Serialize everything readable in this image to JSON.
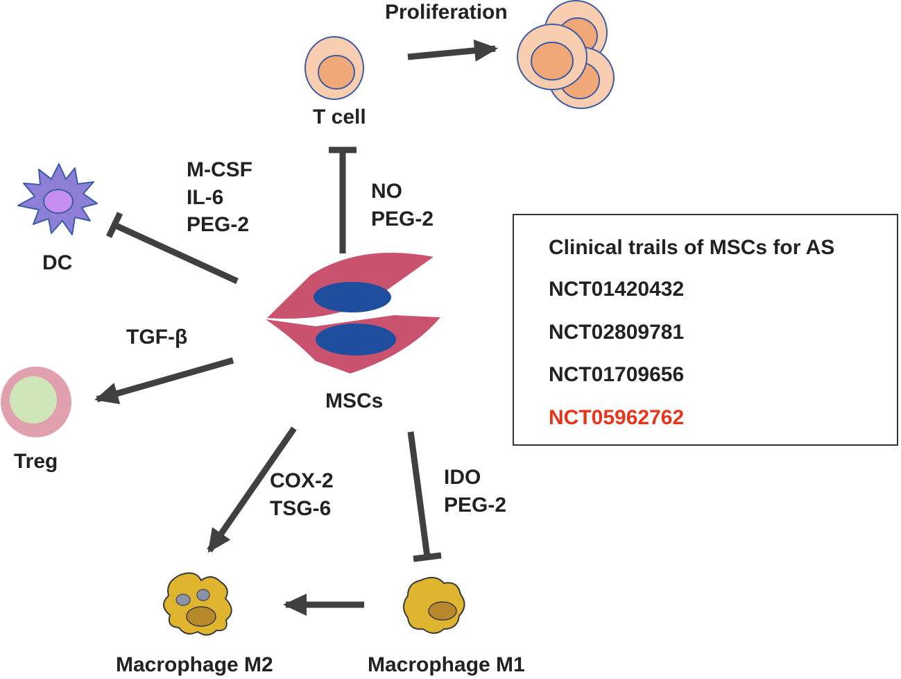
{
  "labels": {
    "proliferation": "Proliferation",
    "t_cell": "T cell",
    "dc": "DC",
    "treg": "Treg",
    "mscs": "MSCs",
    "macrophage_m1": "Macrophage M1",
    "macrophage_m2": "Macrophage M2"
  },
  "factors": {
    "dc": [
      "M-CSF",
      "IL-6",
      "PEG-2"
    ],
    "t_cell": [
      "NO",
      "PEG-2"
    ],
    "treg": [
      "TGF-β"
    ],
    "m2": [
      "COX-2",
      "TSG-6"
    ],
    "m1": [
      "IDO",
      "PEG-2"
    ]
  },
  "trials": {
    "title": "Clinical trails of MSCs for AS",
    "items": [
      "NCT01420432",
      "NCT02809781",
      "NCT01709656",
      "NCT05962762"
    ],
    "highlight_color": "#e8351a"
  },
  "colors": {
    "arrow": "#404040",
    "t_cell_fill": "#f8cdb0",
    "t_cell_nucleus": "#f0a878",
    "t_cell_outline": "#3b5ba5",
    "msc_body": "#c9536e",
    "msc_nucleus": "#1f4e9e",
    "dc_body": "#8e7fd6",
    "dc_nucleus": "#c58ef0",
    "treg_outer": "#e0a0ae",
    "treg_inner": "#cfe6b8",
    "macrophage_body": "#dfb42e",
    "macrophage_nucleus": "#b8892a"
  }
}
